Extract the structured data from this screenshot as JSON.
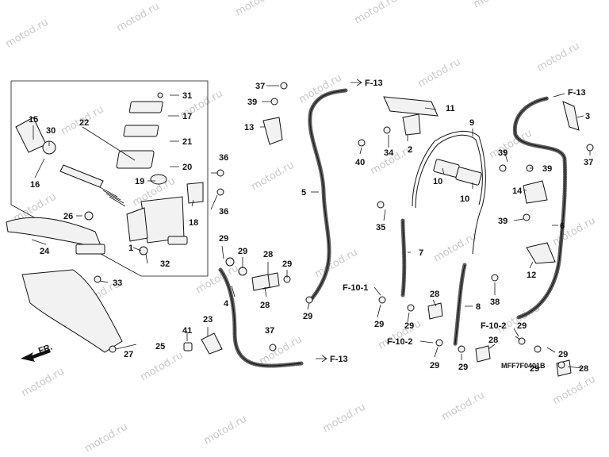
{
  "diagram_code": "MFF7F0401B",
  "watermark_text": "motod.ru",
  "front_arrow_label": "FR.",
  "ref_labels": {
    "f13_top": "F-13",
    "f13_right": "F-13",
    "f13_bottom": "F-13",
    "f101": "F-10-1",
    "f102_left": "F-10-2",
    "f102_right": "F-10-2"
  },
  "callouts": [
    {
      "id": "c31",
      "text": "31"
    },
    {
      "id": "c17",
      "text": "17"
    },
    {
      "id": "c21",
      "text": "21"
    },
    {
      "id": "c20",
      "text": "20"
    },
    {
      "id": "c19",
      "text": "19"
    },
    {
      "id": "c15",
      "text": "15"
    },
    {
      "id": "c30",
      "text": "30"
    },
    {
      "id": "c22",
      "text": "22"
    },
    {
      "id": "c16",
      "text": "16"
    },
    {
      "id": "c26",
      "text": "26"
    },
    {
      "id": "c24",
      "text": "24"
    },
    {
      "id": "c1",
      "text": "1"
    },
    {
      "id": "c32",
      "text": "32"
    },
    {
      "id": "c36a",
      "text": "36"
    },
    {
      "id": "c18",
      "text": "18"
    },
    {
      "id": "c36b",
      "text": "36"
    },
    {
      "id": "c29a",
      "text": "29"
    },
    {
      "id": "c33",
      "text": "33"
    },
    {
      "id": "c25",
      "text": "25"
    },
    {
      "id": "c27",
      "text": "27"
    },
    {
      "id": "c41",
      "text": "41"
    },
    {
      "id": "c23",
      "text": "23"
    },
    {
      "id": "c4",
      "text": "4"
    },
    {
      "id": "c29b",
      "text": "29"
    },
    {
      "id": "c28a",
      "text": "28"
    },
    {
      "id": "c28b",
      "text": "28"
    },
    {
      "id": "c29c",
      "text": "29"
    },
    {
      "id": "c29d",
      "text": "29"
    },
    {
      "id": "c37a",
      "text": "37"
    },
    {
      "id": "c37b",
      "text": "37"
    },
    {
      "id": "c39a",
      "text": "39"
    },
    {
      "id": "c13",
      "text": "13"
    },
    {
      "id": "c40",
      "text": "40"
    },
    {
      "id": "c5",
      "text": "5"
    },
    {
      "id": "c11",
      "text": "11"
    },
    {
      "id": "c10a",
      "text": "10"
    },
    {
      "id": "c2",
      "text": "2"
    },
    {
      "id": "c34",
      "text": "34"
    },
    {
      "id": "c9",
      "text": "9"
    },
    {
      "id": "c10b",
      "text": "10"
    },
    {
      "id": "c35",
      "text": "35"
    },
    {
      "id": "c7",
      "text": "7"
    },
    {
      "id": "c29e",
      "text": "29"
    },
    {
      "id": "c29f",
      "text": "29"
    },
    {
      "id": "c28c",
      "text": "28"
    },
    {
      "id": "c8",
      "text": "8"
    },
    {
      "id": "c38",
      "text": "38"
    },
    {
      "id": "c12",
      "text": "12"
    },
    {
      "id": "c29g",
      "text": "29"
    },
    {
      "id": "c29h",
      "text": "29"
    },
    {
      "id": "c28d",
      "text": "28"
    },
    {
      "id": "c3",
      "text": "3"
    },
    {
      "id": "c39b",
      "text": "39"
    },
    {
      "id": "c39c",
      "text": "39"
    },
    {
      "id": "c37c",
      "text": "37"
    },
    {
      "id": "c14",
      "text": "14"
    },
    {
      "id": "c39d",
      "text": "39"
    },
    {
      "id": "c6",
      "text": "6"
    },
    {
      "id": "c29i",
      "text": "29"
    },
    {
      "id": "c29j",
      "text": "29"
    },
    {
      "id": "c29k",
      "text": "29"
    },
    {
      "id": "c28e",
      "text": "28"
    }
  ]
}
